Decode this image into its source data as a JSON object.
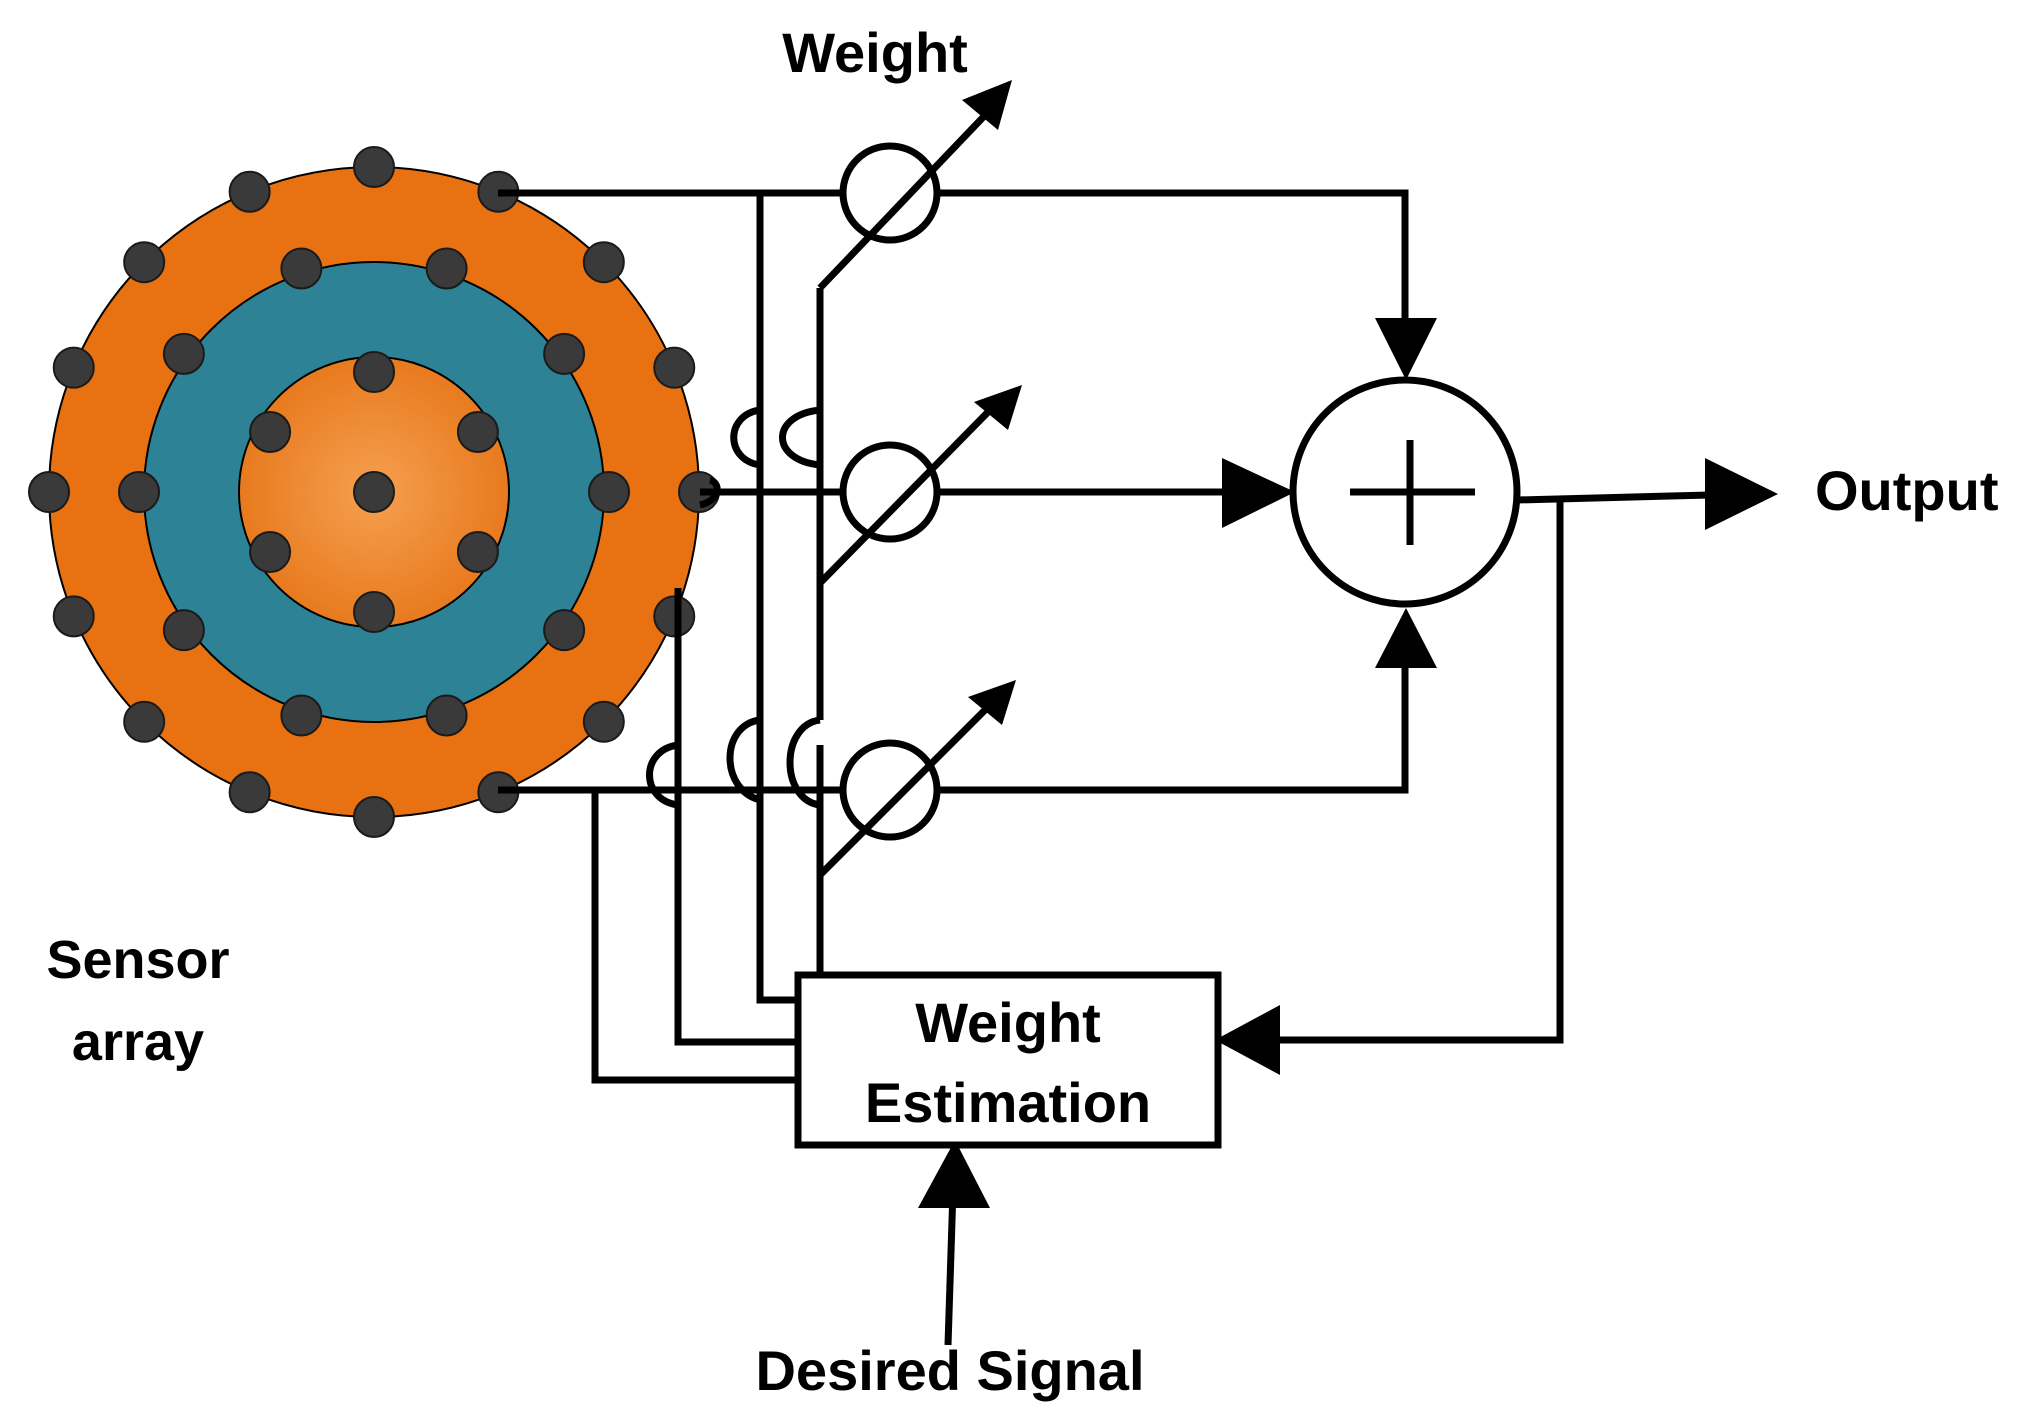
{
  "labels": {
    "weight": "Weight",
    "output": "Output",
    "sensor_line1": "Sensor",
    "sensor_line2": "array",
    "estimation_line1": "Weight",
    "estimation_line2": "Estimation",
    "desired_signal": "Desired Signal",
    "summer_symbol": "+"
  },
  "colors": {
    "outer_ring": "#E87211",
    "middle_ring": "#2E8296",
    "inner_disc": "#F08A2E",
    "sensor_dot": "#3A3A3A",
    "line": "#000000"
  },
  "icons": {
    "weight_elements": [
      "variable-weight-icon",
      "variable-weight-icon",
      "variable-weight-icon"
    ],
    "summer": "summing-junction-icon"
  }
}
